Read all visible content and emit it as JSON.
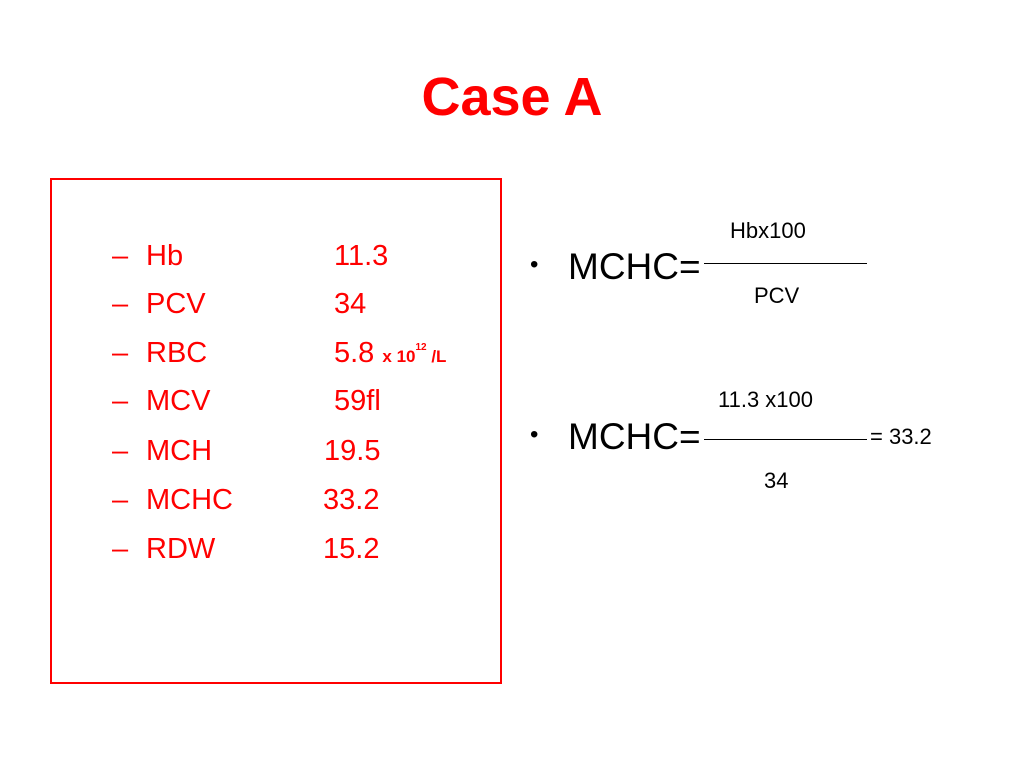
{
  "slide": {
    "title": "Case A",
    "rows": [
      {
        "dash": "–",
        "label": "Hb",
        "value": "11.3"
      },
      {
        "dash": "–",
        "label": "PCV",
        "value": "34"
      },
      {
        "dash": "–",
        "label": "RBC",
        "value": "5.8",
        "unit_pre": "x 10",
        "unit_exp": "12",
        "unit_post": " /L"
      },
      {
        "dash": "–",
        "label": "MCV",
        "value": "59fl"
      },
      {
        "dash": "–",
        "label": "MCH",
        "value": "19.5"
      },
      {
        "dash": "–",
        "label": "MCHC",
        "value": "33.2"
      },
      {
        "dash": "–",
        "label": "RDW",
        "value": "15.2"
      }
    ],
    "formula1": {
      "bullet": "•",
      "label": "MCHC=",
      "numerator": "Hbx100",
      "denominator": "PCV"
    },
    "formula2": {
      "bullet": "•",
      "label": "MCHC=",
      "numerator": "11.3 x100",
      "denominator": "34",
      "result": "= 33.2"
    }
  },
  "colors": {
    "title": "#ff0000",
    "box_border": "#ff0000",
    "table_text": "#ff0000",
    "formula_text": "#000000"
  }
}
